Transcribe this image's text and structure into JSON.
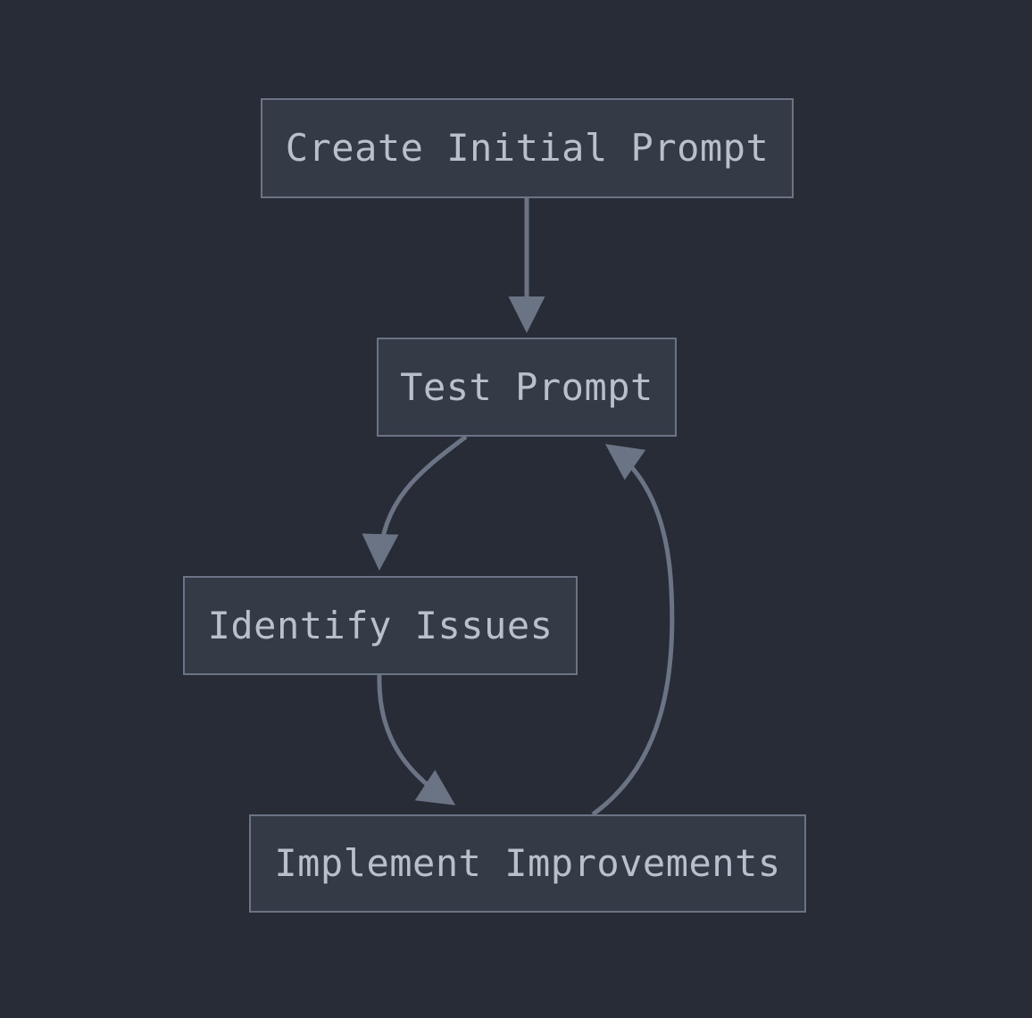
{
  "diagram": {
    "type": "flowchart",
    "direction": "top-down",
    "background_color": "#282c36",
    "node_fill_color": "#343a46",
    "node_border_color": "#6b7484",
    "node_text_color": "#b9c0cc",
    "edge_color": "#6b7484",
    "nodes": [
      {
        "id": "create",
        "label": "Create Initial Prompt"
      },
      {
        "id": "test",
        "label": "Test Prompt"
      },
      {
        "id": "identify",
        "label": "Identify Issues"
      },
      {
        "id": "implement",
        "label": "Implement Improvements"
      }
    ],
    "edges": [
      {
        "from": "create",
        "to": "test",
        "label": "",
        "style": "straight-arrow"
      },
      {
        "from": "test",
        "to": "identify",
        "label": "",
        "style": "curved-arrow"
      },
      {
        "from": "identify",
        "to": "implement",
        "label": "",
        "style": "curved-arrow"
      },
      {
        "from": "implement",
        "to": "test",
        "label": "",
        "style": "curved-feedback-arrow"
      }
    ]
  }
}
